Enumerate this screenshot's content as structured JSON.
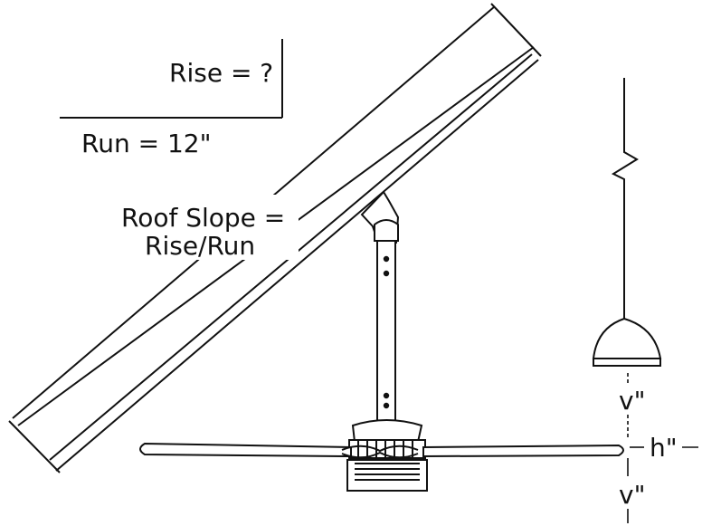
{
  "labels": {
    "rise": "Rise = ?",
    "run": "Run = 12\"",
    "slope_line1": "Roof Slope =",
    "slope_line2": "Rise/Run",
    "v_top": "v\"",
    "h": "h\"",
    "v_bottom": "v\""
  },
  "colors": {
    "stroke": "#111111",
    "background": "#ffffff"
  },
  "icons": [
    "ceiling-fan-icon",
    "pendant-lamp-icon",
    "break-line-icon"
  ]
}
